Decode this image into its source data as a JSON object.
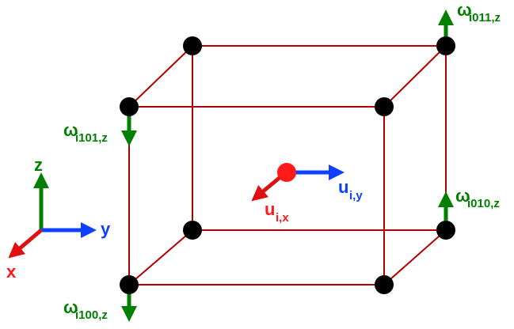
{
  "colors": {
    "edge": "#b00000",
    "node": "#000000",
    "omega": "#007f00",
    "u": "#ff1a1a",
    "u_x_arrow": "#e01010",
    "u_y_arrow": "#1040ff",
    "axis_x": "#ff1a1a",
    "axis_y": "#1040ff",
    "axis_z": "#007f00"
  },
  "axes": {
    "x_label": "x",
    "y_label": "y",
    "z_label": "z"
  },
  "omega_symbol": "ω",
  "omega_labels": {
    "i011": "i011,z",
    "i101": "i101,z",
    "i010": "i010,z",
    "i100": "i100,z"
  },
  "u_symbol": "u",
  "u_labels": {
    "x": "i,x",
    "y": "i,y"
  }
}
